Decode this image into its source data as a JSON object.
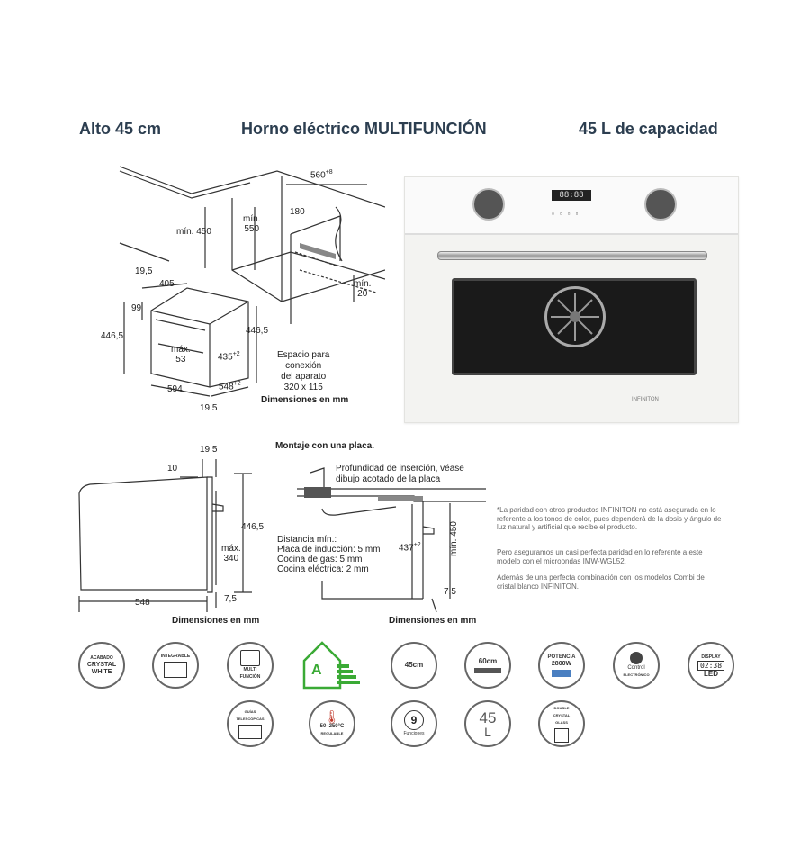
{
  "header": {
    "left": "Alto 45 cm",
    "center": "Horno eléctrico MULTIFUNCIÓN",
    "right": "45 L de capacidad"
  },
  "top_diagram": {
    "w560": "560",
    "w560_sup": "+8",
    "min450": "mín. 450",
    "min550_a": "mín.",
    "min550_b": "550",
    "d180": "180",
    "min20_a": "mín.",
    "min20_b": "20",
    "d19_5_top": "19,5",
    "d405": "405",
    "d99": "99",
    "d446_5_left": "446,5",
    "max53_a": "máx.",
    "max53_b": "53",
    "d435": "435",
    "d435_sup": "+2",
    "d446_5_right": "446,5",
    "d594": "594",
    "d548": "548",
    "d548_sup": "+2",
    "d19_5_bottom": "19,5",
    "space_1": "Espacio para",
    "space_2": "conexión",
    "space_3": "del aparato",
    "space_4": "320 x 115",
    "units": "Dimensiones en mm"
  },
  "oven_photo": {
    "display_time": "88:88",
    "brand": "INFINITON"
  },
  "side_left": {
    "d19_5": "19,5",
    "d10": "10",
    "d446_5": "446,5",
    "max340_a": "máx.",
    "max340_b": "340",
    "d7_5": "7,5",
    "d548": "548",
    "units": "Dimensiones en mm"
  },
  "side_right": {
    "title": "Montaje con una placa.",
    "depth_1": "Profundidad de inserción, véase",
    "depth_2": "dibujo acotado de la placa",
    "dist_title": "Distancia mín.:",
    "dist_induction": "Placa de inducción: 5 mm",
    "dist_gas": "Cocina de gas: 5 mm",
    "dist_electric": "Cocina eléctrica: 2 mm",
    "d437": "437",
    "d437_sup": "+2",
    "min450": "mín. 450",
    "d7_5": "7,5",
    "units": "Dimensiones en mm"
  },
  "notes": {
    "p1": "*La paridad con otros productos INFINITON no está asegurada en lo referente a los tonos de color, pues dependerá de la dosis y ángulo de luz natural y artificial que recibe el producto.",
    "p2": "Pero aseguramos un casi perfecta paridad en lo referente a este modelo con el microondas IMW-WGL52.",
    "p3": "Además de una perfecta combinación con los modelos Combi de cristal blanco INFINITON."
  },
  "icons": {
    "crystal_small": "ACABADO",
    "crystal_1": "CRYSTAL",
    "crystal_2": "WHITE",
    "integrable": "INTEGRABLE",
    "multi_1": "MULTI",
    "multi_2": "FUNCIÓN",
    "energy_class": "A",
    "height": "45cm",
    "width": "60cm",
    "power_1": "POTENCIA",
    "power_2": "2800W",
    "control_1": "Control",
    "control_2": "ELECTRÓNICO",
    "display_1": "DISPLAY",
    "display_time": "02:38",
    "display_2": "LED",
    "guides_1": "GUÍAS",
    "guides_2": "TELESCÓPICAS",
    "temp_range": "50–250°C",
    "temp_small": "REGULABLE",
    "functions_num": "9",
    "functions_label": "Funciones",
    "capacity_num": "45",
    "capacity_unit": "L",
    "glass_1": "DOUBLE",
    "glass_2": "CRYSTAL",
    "glass_3": "GLASS"
  },
  "colors": {
    "header": "#2c3e50",
    "energy_green": "#3aaa35",
    "icon_border": "#666666"
  }
}
